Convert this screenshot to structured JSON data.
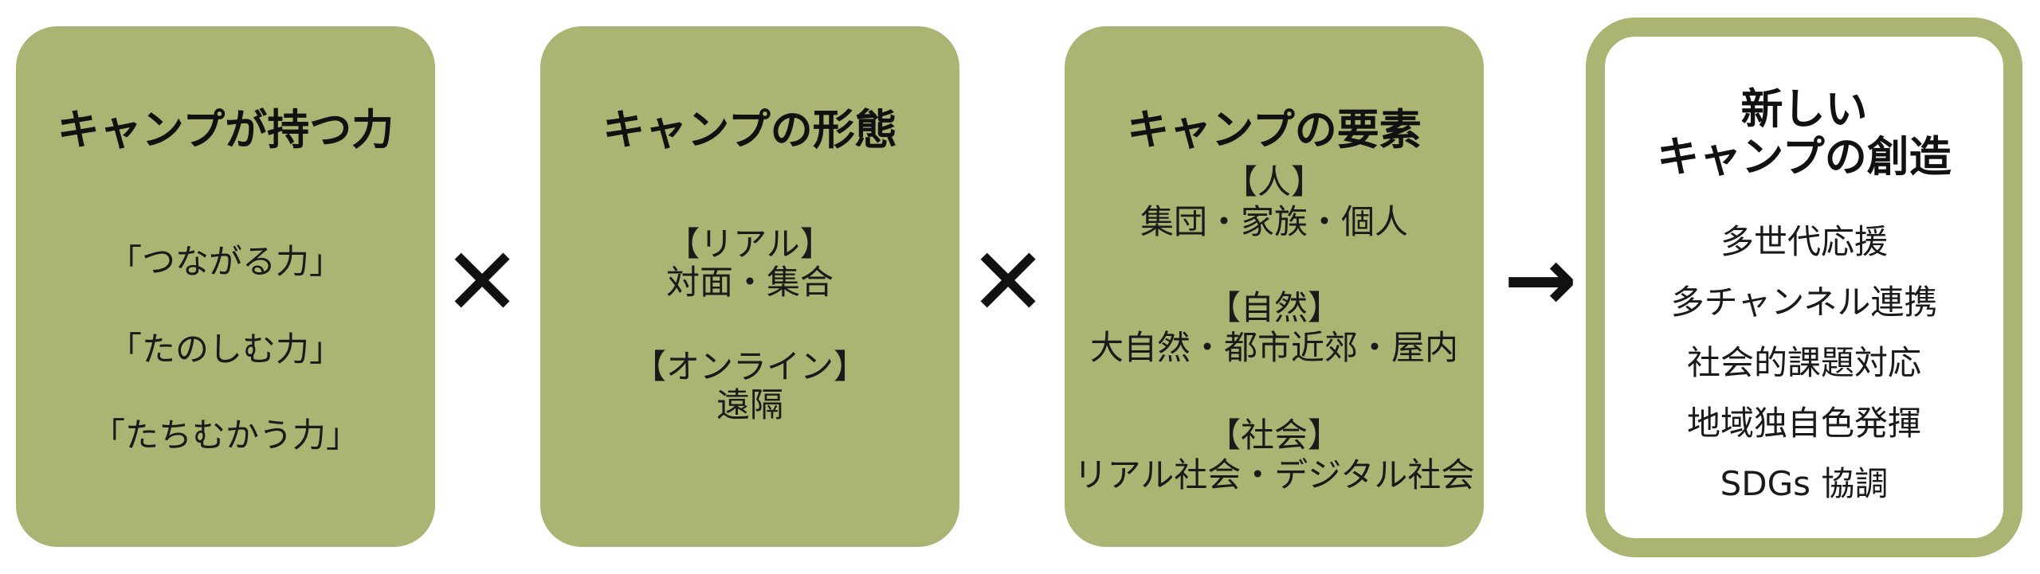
{
  "boxes": [
    {
      "title": "キャンプが持つ力",
      "items": [
        "「つながる力」",
        "「たのしむ力」",
        "「たちむかう力」"
      ]
    },
    {
      "title": "キャンプの形態",
      "groups": [
        {
          "head": "【リアル】",
          "body": "対面・集合"
        },
        {
          "head": "【オンライン】",
          "body": "遠隔"
        }
      ]
    },
    {
      "title": "キャンプの要素",
      "groups": [
        {
          "head": "【人】",
          "body": "集団・家族・個人"
        },
        {
          "head": "【自然】",
          "body": "大自然・都市近郊・屋内"
        },
        {
          "head": "【社会】",
          "body": "リアル社会・デジタル社会"
        }
      ]
    }
  ],
  "operators": {
    "times_1": "✕",
    "times_2": "✕",
    "arrow": "→"
  },
  "result": {
    "title_line1": "新しい",
    "title_line2": "キャンプの創造",
    "items": [
      "多世代応援",
      "多チャンネル連携",
      "社会的課題対応",
      "地域独自色発揮",
      "SDGs 協調"
    ]
  },
  "colors": {
    "box_fill": "#abb472",
    "text": "#1a1a1a"
  }
}
